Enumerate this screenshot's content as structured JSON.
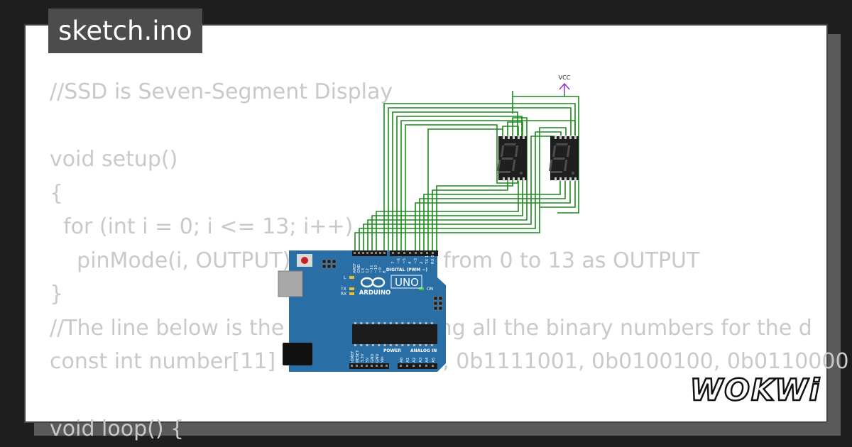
{
  "title": "sketch.ino",
  "code_lines": [
    "//SSD is Seven-Segment Display",
    "",
    "void setup()",
    "{",
    "  for (int i = 0; i <= 13; i++)",
    "    pinMode(i, OUTPUT); //Set all pins from 0 to 13 as OUTPUT",
    "}",
    "//The line below is the array containing all the binary numbers for the d",
    "const int number[11] = {0b1000000, 0b1111001, 0b0100100, 0b0110000",
    "",
    "void loop() {"
  ],
  "board": {
    "brand": "ARDUINO",
    "model": "UNO",
    "digital_header": "DIGITAL (PWM ~)",
    "power_label": "POWER",
    "analog_label": "ANALOG IN",
    "on_label": "ON",
    "tx_label": "TX",
    "rx_label": "RX",
    "l_label": "L",
    "left_pins": [
      "AREF",
      "GND",
      "13",
      "12",
      "~11",
      "~10",
      "~9",
      "8"
    ],
    "right_pins": [
      "7",
      "~6",
      "~5",
      "4",
      "~3",
      "2",
      "TX 1",
      "RX 0"
    ],
    "power_pins": [
      "IOREF",
      "RESET",
      "3.3V",
      "5V",
      "GND",
      "GND",
      "Vin"
    ],
    "analog_pins": [
      "A0",
      "A1",
      "A2",
      "A3",
      "A4",
      "A5"
    ]
  },
  "vcc_label": "VCC",
  "logo_text": "WOKWi",
  "colors": {
    "board": "#2a6ea6",
    "wire": "#1b8a1b",
    "display": "#1f1f1f",
    "segment_off": "#4d4d4d",
    "vcc": "#9b30c8"
  }
}
